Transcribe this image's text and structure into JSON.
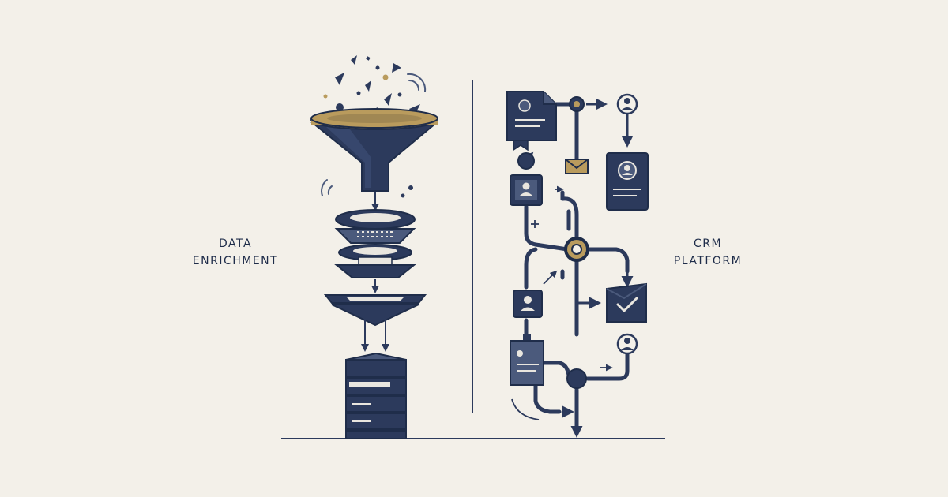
{
  "labels": {
    "left": {
      "line1": "DATA",
      "line2": "ENRICHMENT"
    },
    "right": {
      "line1": "CRM",
      "line2": "PLATFORM"
    }
  },
  "colors": {
    "background": "#f3f0e9",
    "navy": "#2c3a5c",
    "navy_dark": "#1f2d4a",
    "slate": "#4b5a7c",
    "gold": "#b99b5d",
    "light": "#e9e6df"
  },
  "icons": [
    "funnel-icon",
    "filter-disc-icon",
    "server-stack-icon",
    "document-icon",
    "user-card-icon",
    "envelope-icon",
    "checkmark-folder-icon",
    "user-circle-icon",
    "hub-node-icon",
    "arrow-icon",
    "signal-wave-icon",
    "confetti-particles-icon"
  ]
}
